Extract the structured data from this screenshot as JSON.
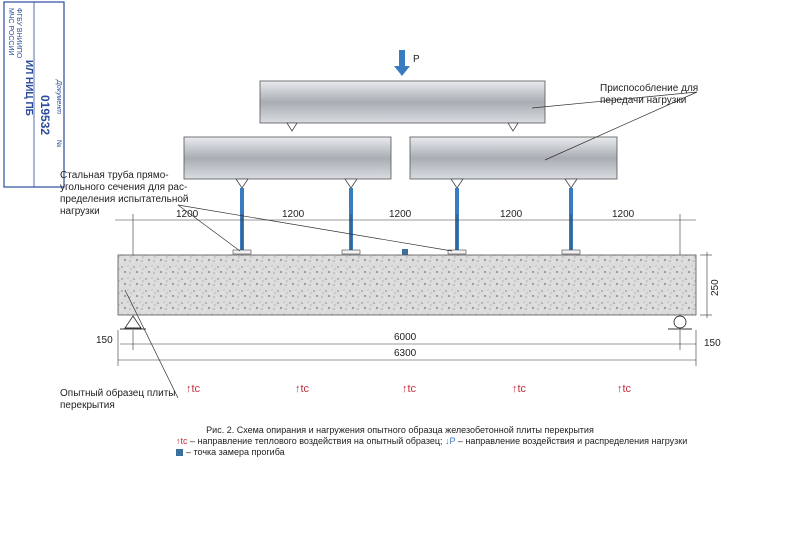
{
  "stamp": {
    "org_line1": "ИЛ НИЦ ПБ",
    "org_line2": "ФГБУ ВНИИПО",
    "org_line3": "МЧС РОССИИ",
    "doc_label": "Документ",
    "doc_no_label": "№",
    "doc_number": "019532"
  },
  "load_label": "P",
  "labels": {
    "load_device": [
      "Приспособление для",
      "передачи нагрузки"
    ],
    "steel_tube": [
      "Стальная труба прямо-",
      "угольного сечения для рас-",
      "пределения испытательной",
      "нагрузки"
    ],
    "sample": [
      "Опытный образец плиты",
      "перекрытия"
    ]
  },
  "dims": {
    "spans": [
      "1200",
      "1200",
      "1200",
      "1200",
      "1200"
    ],
    "height": "250",
    "inner": "6000",
    "total": "6300",
    "left_overhang": "150",
    "right_overhang": "150"
  },
  "heat_marks": [
    "↑tc",
    "↑tc",
    "↑tc",
    "↑tc",
    "↑tc"
  ],
  "caption": {
    "title": "Рис. 2. Схема опирания и нагружения опытного образца железобетонной плиты перекрытия",
    "legend1_symbol": "↑tc",
    "legend1_text": " – направление теплового воздействия на опытный образец; ",
    "legend1_symbol2": "↓P",
    "legend1_text2": " – направление воздействия и распределения нагрузки",
    "legend2_text": "– точка замера прогиба"
  },
  "colors": {
    "beam": "#b8bcc2",
    "rod": "#3a7cc2",
    "heat": "#c03040",
    "stamp": "#2b4c9c",
    "slab": "#d6d6d6"
  }
}
